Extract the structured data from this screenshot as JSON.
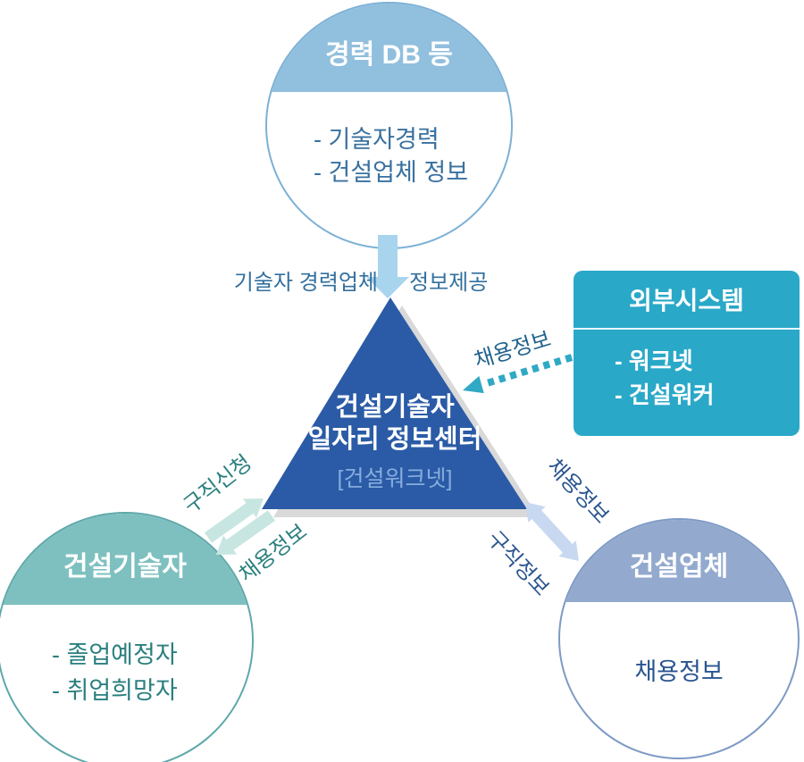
{
  "diagram": {
    "top_circle": {
      "title": "경력 DB 등",
      "items": [
        "- 기술자경력",
        "- 건설업체 정보"
      ]
    },
    "center_triangle": {
      "title_line1": "건설기술자",
      "title_line2": "일자리 정보센터",
      "subtitle": "[건설워크넷]"
    },
    "external_box": {
      "title": "외부시스템",
      "items": [
        "- 워크넷",
        "- 건설워커"
      ]
    },
    "left_circle": {
      "title": "건설기술자",
      "items": [
        "- 졸업예정자",
        "- 취업희망자"
      ]
    },
    "right_circle": {
      "title": "건설업체",
      "items": [
        "채용정보"
      ]
    },
    "arrow_labels": {
      "top_left": "기술자 경력업체",
      "top_right": "정보제공",
      "external_to_center": "채용정보",
      "left_to_center": "구직신청",
      "center_to_left": "채용정보",
      "right_to_center": "채용정보",
      "center_to_right": "구직정보"
    },
    "colors": {
      "triangle": "#2B5BA6",
      "triangle_shadow": "#D9D9D9",
      "triangle_subtitle": "#86ADDE",
      "top_circle_header": "#91BFDE",
      "top_circle_border": "#7CB1D6",
      "top_circle_text": "#3A719F",
      "external_box": "#2AA8C8",
      "left_circle_header": "#7EC0C0",
      "left_circle_border": "#5FA8AA",
      "left_circle_text": "#2B7F7F",
      "right_circle_header": "#93AACE",
      "right_circle_border": "#7E9AC6",
      "right_circle_text": "#2A5590",
      "top_arrow": "#A9D4EE",
      "dotted_arrow": "#2FA9C4",
      "left_pair_arrows": "#C8E6E1",
      "right_pair_arrows": "#C8D8F0",
      "top_labels": "#33709E"
    }
  }
}
